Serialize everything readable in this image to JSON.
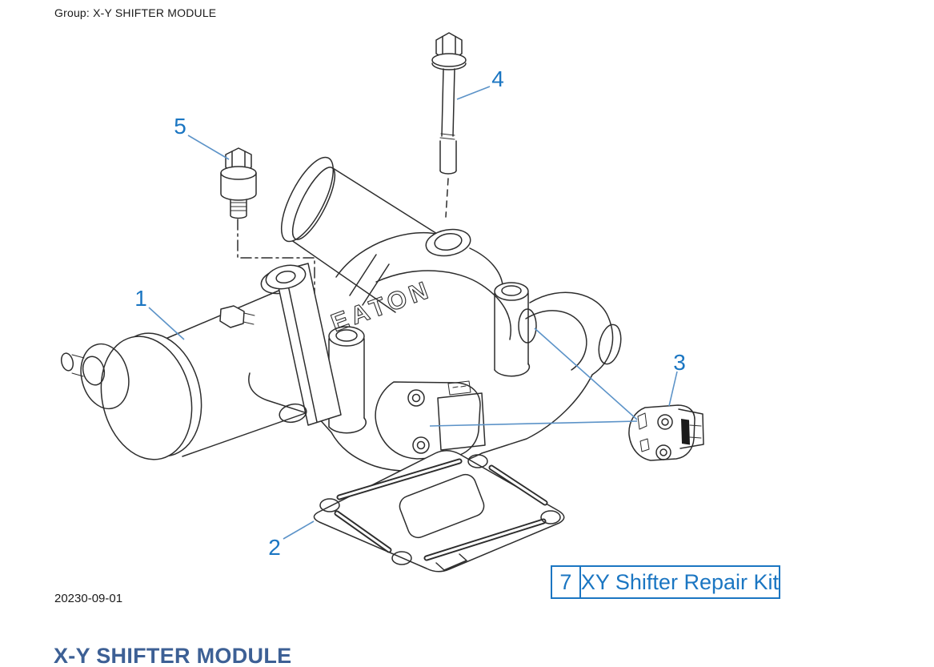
{
  "page": {
    "group_label": "Group: X-Y SHIFTER MODULE",
    "date_code": "20230-09-01",
    "title": "X-Y SHIFTER MODULE"
  },
  "diagram": {
    "type": "exploded-parts-diagram",
    "embossed_label": "EATON",
    "callout_numbers": [
      "1",
      "2",
      "3",
      "4",
      "5"
    ],
    "repair_kit_box": {
      "item_number": "7",
      "label": "XY Shifter Repair Kit"
    }
  },
  "colors": {
    "callout_text": "#1b76c2",
    "leader_line": "#5c93c8",
    "kit_box_border": "#1b76c2",
    "title_text": "#3d6095",
    "drawing_line": "#2d2d2d",
    "background": "#ffffff"
  }
}
